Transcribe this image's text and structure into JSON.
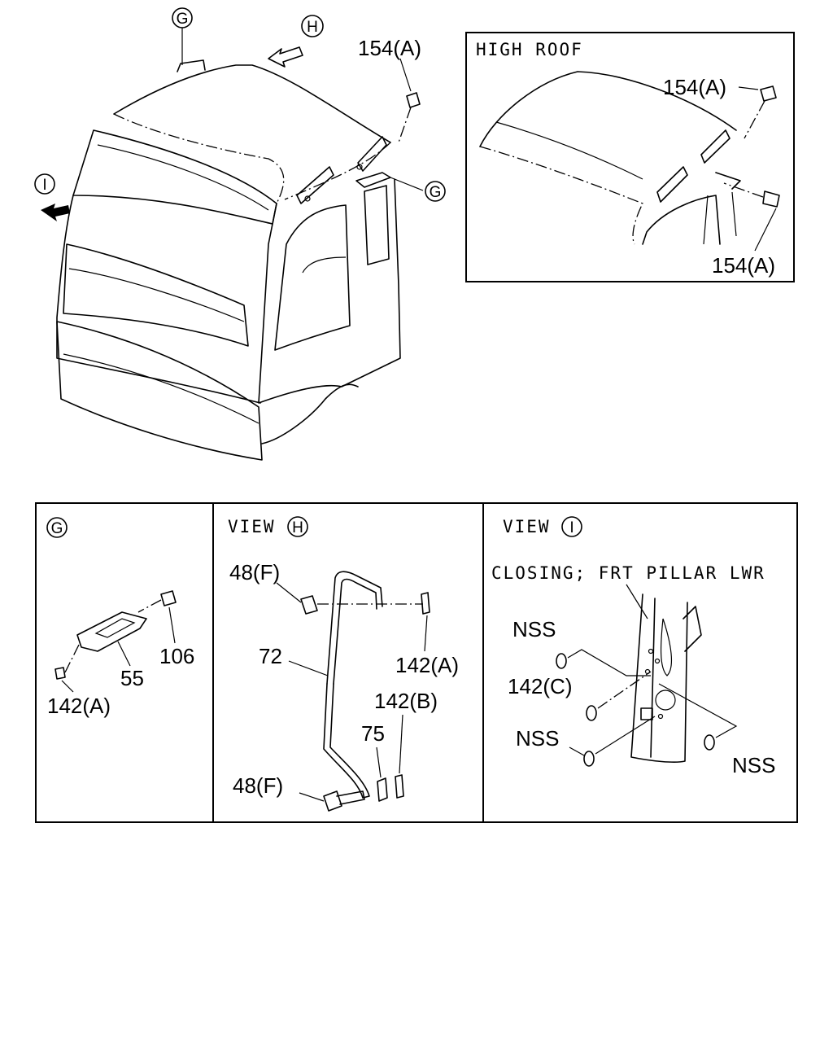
{
  "main": {
    "callouts": {
      "g_top": "G",
      "h_top": "H",
      "i_left": "I",
      "g_right": "G",
      "bolt_154a": "154(A)"
    }
  },
  "high_roof": {
    "title": "HIGH ROOF",
    "bolt_top": "154(A)",
    "bolt_bottom": "154(A)"
  },
  "detail_g": {
    "marker": "G",
    "parts": {
      "p106": "106",
      "p55": "55",
      "p142a": "142(A)"
    }
  },
  "view_h": {
    "view_word": "VIEW",
    "marker": "H",
    "parts": {
      "p48f_top": "48(F)",
      "p72": "72",
      "p142a": "142(A)",
      "p142b": "142(B)",
      "p75": "75",
      "p48f_bottom": "48(F)"
    }
  },
  "view_i": {
    "view_word": "VIEW",
    "marker": "I",
    "closing": "CLOSING; FRT PILLAR LWR",
    "parts": {
      "nss_1": "NSS",
      "p142c": "142(C)",
      "nss_2": "NSS",
      "nss_3": "NSS"
    }
  }
}
